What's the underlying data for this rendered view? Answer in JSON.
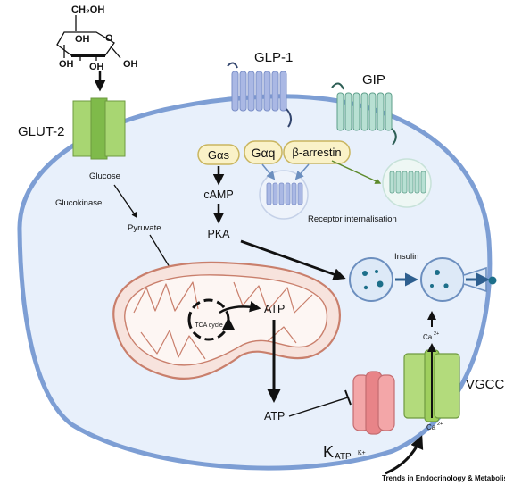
{
  "glucose_molecule": {
    "ch2oh": "CH₂OH",
    "oh_top_left": "OH",
    "oh_bottom_1": "OH",
    "oh_bottom_2": "OH",
    "oh_right": "OH",
    "ring_o": "O"
  },
  "transporter_label": "GLUT-2",
  "receptors": {
    "glp1": "GLP-1",
    "gip": "GIP"
  },
  "g_proteins": {
    "gas": "Gαs",
    "gaq": "Gαq",
    "barrestin": "β-arrestin"
  },
  "pathway": {
    "glucose": "Glucose",
    "glucokinase": "Glucokinase",
    "pyruvate": "Pyruvate",
    "camp": "cAMP",
    "pka": "PKA",
    "tca": "TCA cycle",
    "atp_mito": "ATP",
    "atp_cyto": "ATP",
    "internalisation": "Receptor internalisation",
    "insulin": "Insulin"
  },
  "channels": {
    "katp_main": "K",
    "katp_sub": "ATP",
    "k_plus": "K+",
    "vgcc": "VGCC",
    "ca_top": "Ca",
    "ca_top_sup": "2+",
    "ca_bottom": "Ca",
    "ca_bottom_sup": "2+"
  },
  "footer": "Trends in Endocrinology & Metabolism",
  "colors": {
    "cell_fill": "#e8f0fb",
    "cell_border": "#7d9ed4",
    "mito_outer": "#f7e3dd",
    "mito_border": "#c97f6c",
    "pill_fill": "#faf2c8",
    "pill_border": "#c9b55f",
    "glut_green": "#a8d672",
    "vgcc_green": "#b3db7c",
    "katp_red": "#f3a6a8",
    "glp1_receptor": "#aab8e4",
    "gip_receptor": "#b8e0d3",
    "vesicle": "#dde9f7",
    "granule": "#1d6f8a",
    "green_arrow": "#5d8a2c"
  }
}
